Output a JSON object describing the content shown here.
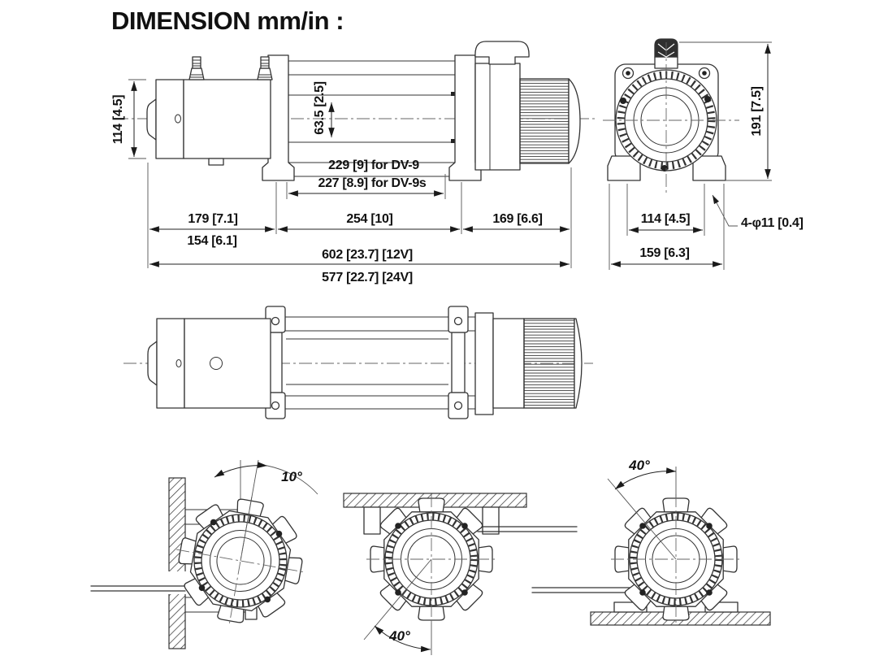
{
  "title": "DIMENSION mm/in :",
  "colors": {
    "line": "#333333",
    "text": "#111111",
    "background": "#ffffff"
  },
  "side_view": {
    "height": "114 [4.5]",
    "drum_diameter": "63.5 [2.5]",
    "drum_length_dv9": "229 [9] for DV-9",
    "drum_length_dv9s": "227 [8.9] for DV-9s",
    "motor_length": "179 [7.1]",
    "motor_length_alt": "154 [6.1]",
    "drum_section": "254 [10]",
    "gear_length": "169 [6.6]",
    "overall_12v": "602 [23.7] [12V]",
    "overall_24v": "577 [22.7] [24V]"
  },
  "end_view": {
    "height": "191 [7.5]",
    "bolt_spacing": "114 [4.5]",
    "width": "159 [6.3]",
    "mount_holes": "4-φ11 [0.4]"
  },
  "mounting_views": {
    "wall_angle": "10°",
    "ceiling_angle": "40°",
    "floor_angle": "40°"
  }
}
